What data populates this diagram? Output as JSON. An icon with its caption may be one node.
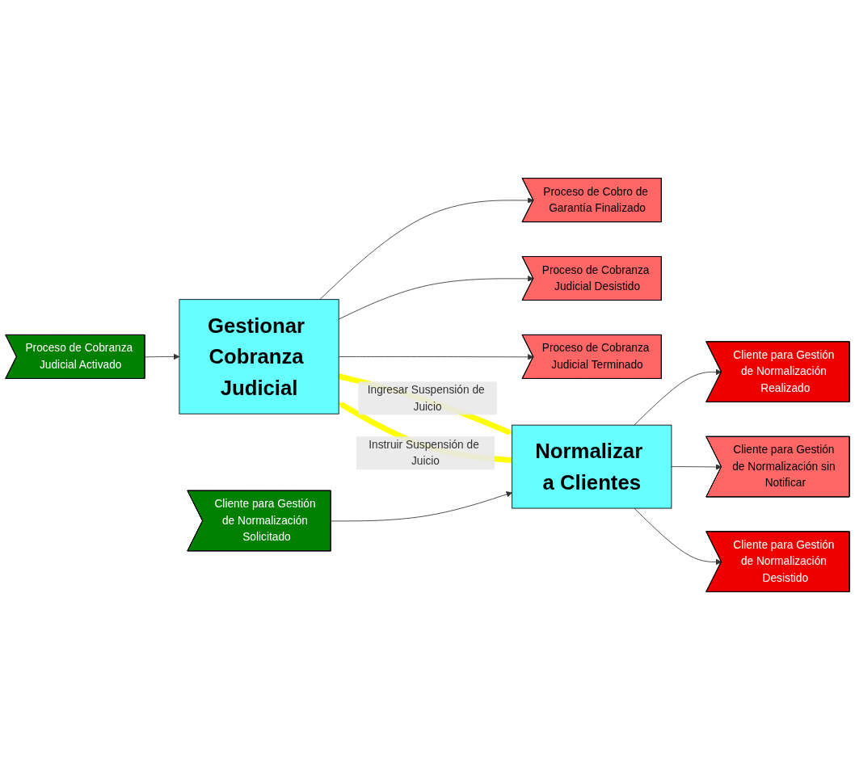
{
  "diagram": {
    "nodes": [
      {
        "text": [
          "Proceso de Cobranza Judicial Activado"
        ]
      },
      {
        "text": [
          "Gestionar Cobranza Judicial"
        ]
      },
      {
        "text": [
          "Proceso de Cobro de Garantía Finalizado"
        ]
      },
      {
        "text": [
          "Proceso de Cobranza Judicial Desistido"
        ]
      },
      {
        "text": [
          "Proceso de Cobranza Judicial Terminado"
        ]
      },
      {
        "text": [
          "Cliente para Gestión de Normalización Solicitado"
        ]
      },
      {
        "text": [
          "Normalizar a Clientes"
        ]
      },
      {
        "text": [
          "Cliente para Gestión de Normalización Realizado"
        ]
      },
      {
        "text": [
          "Cliente para Gestión de Normalización sin Notificar"
        ]
      },
      {
        "text": [
          "Cliente para Gestión de Normalización Desistido"
        ]
      }
    ],
    "edges": [
      {
        "from": 0,
        "to": 1,
        "arrow": "to"
      },
      {
        "from": 1,
        "to": 2,
        "arrow": "to"
      },
      {
        "from": 1,
        "to": 3,
        "arrow": "to"
      },
      {
        "from": 1,
        "to": 4,
        "arrow": "to"
      },
      {
        "from": 6,
        "to": 1,
        "arrow": "to",
        "label": "Instruir Suspensión de Juicio",
        "style": "thick",
        "color": "#ffff00"
      },
      {
        "from": 1,
        "to": 6,
        "arrow": "to",
        "label": "Ingresar Suspensión de Juicio",
        "style": "thick",
        "color": "#ffff00"
      },
      {
        "from": 5,
        "to": 6,
        "arrow": "to"
      },
      {
        "from": 6,
        "to": 7,
        "arrow": "to"
      },
      {
        "from": 6,
        "to": 8,
        "arrow": "to"
      },
      {
        "from": 6,
        "to": 9,
        "arrow": "to"
      }
    ]
  }
}
